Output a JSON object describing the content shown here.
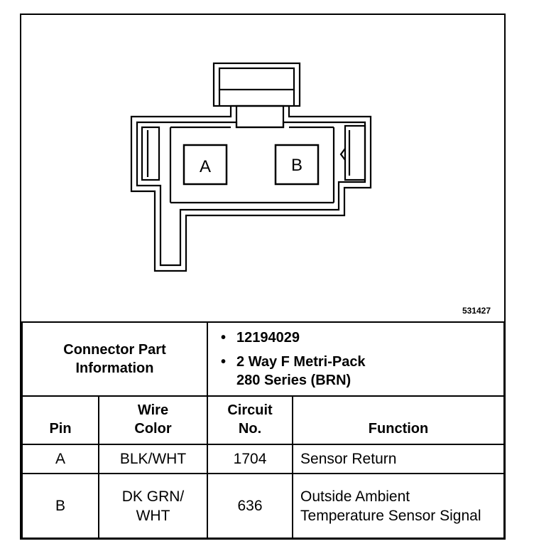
{
  "figure_number": "531427",
  "connector": {
    "pin_labels": [
      "A",
      "B"
    ]
  },
  "connector_info": {
    "label": "Connector Part Information",
    "part_number": "12194029",
    "description_line1": "2 Way F Metri-Pack",
    "description_line2": "280 Series (BRN)",
    "bullet": "•"
  },
  "table": {
    "headers": {
      "pin": "Pin",
      "wire_color": "Wire Color",
      "circuit_no": "Circuit No.",
      "function": "Function"
    },
    "rows": [
      {
        "pin": "A",
        "wire_color": "BLK/WHT",
        "circuit": "1704",
        "function": "Sensor Return"
      },
      {
        "pin": "B",
        "wire_color": "DK GRN/ WHT",
        "circuit": "636",
        "function": "Outside Ambient Temperature Sensor Signal"
      }
    ]
  }
}
